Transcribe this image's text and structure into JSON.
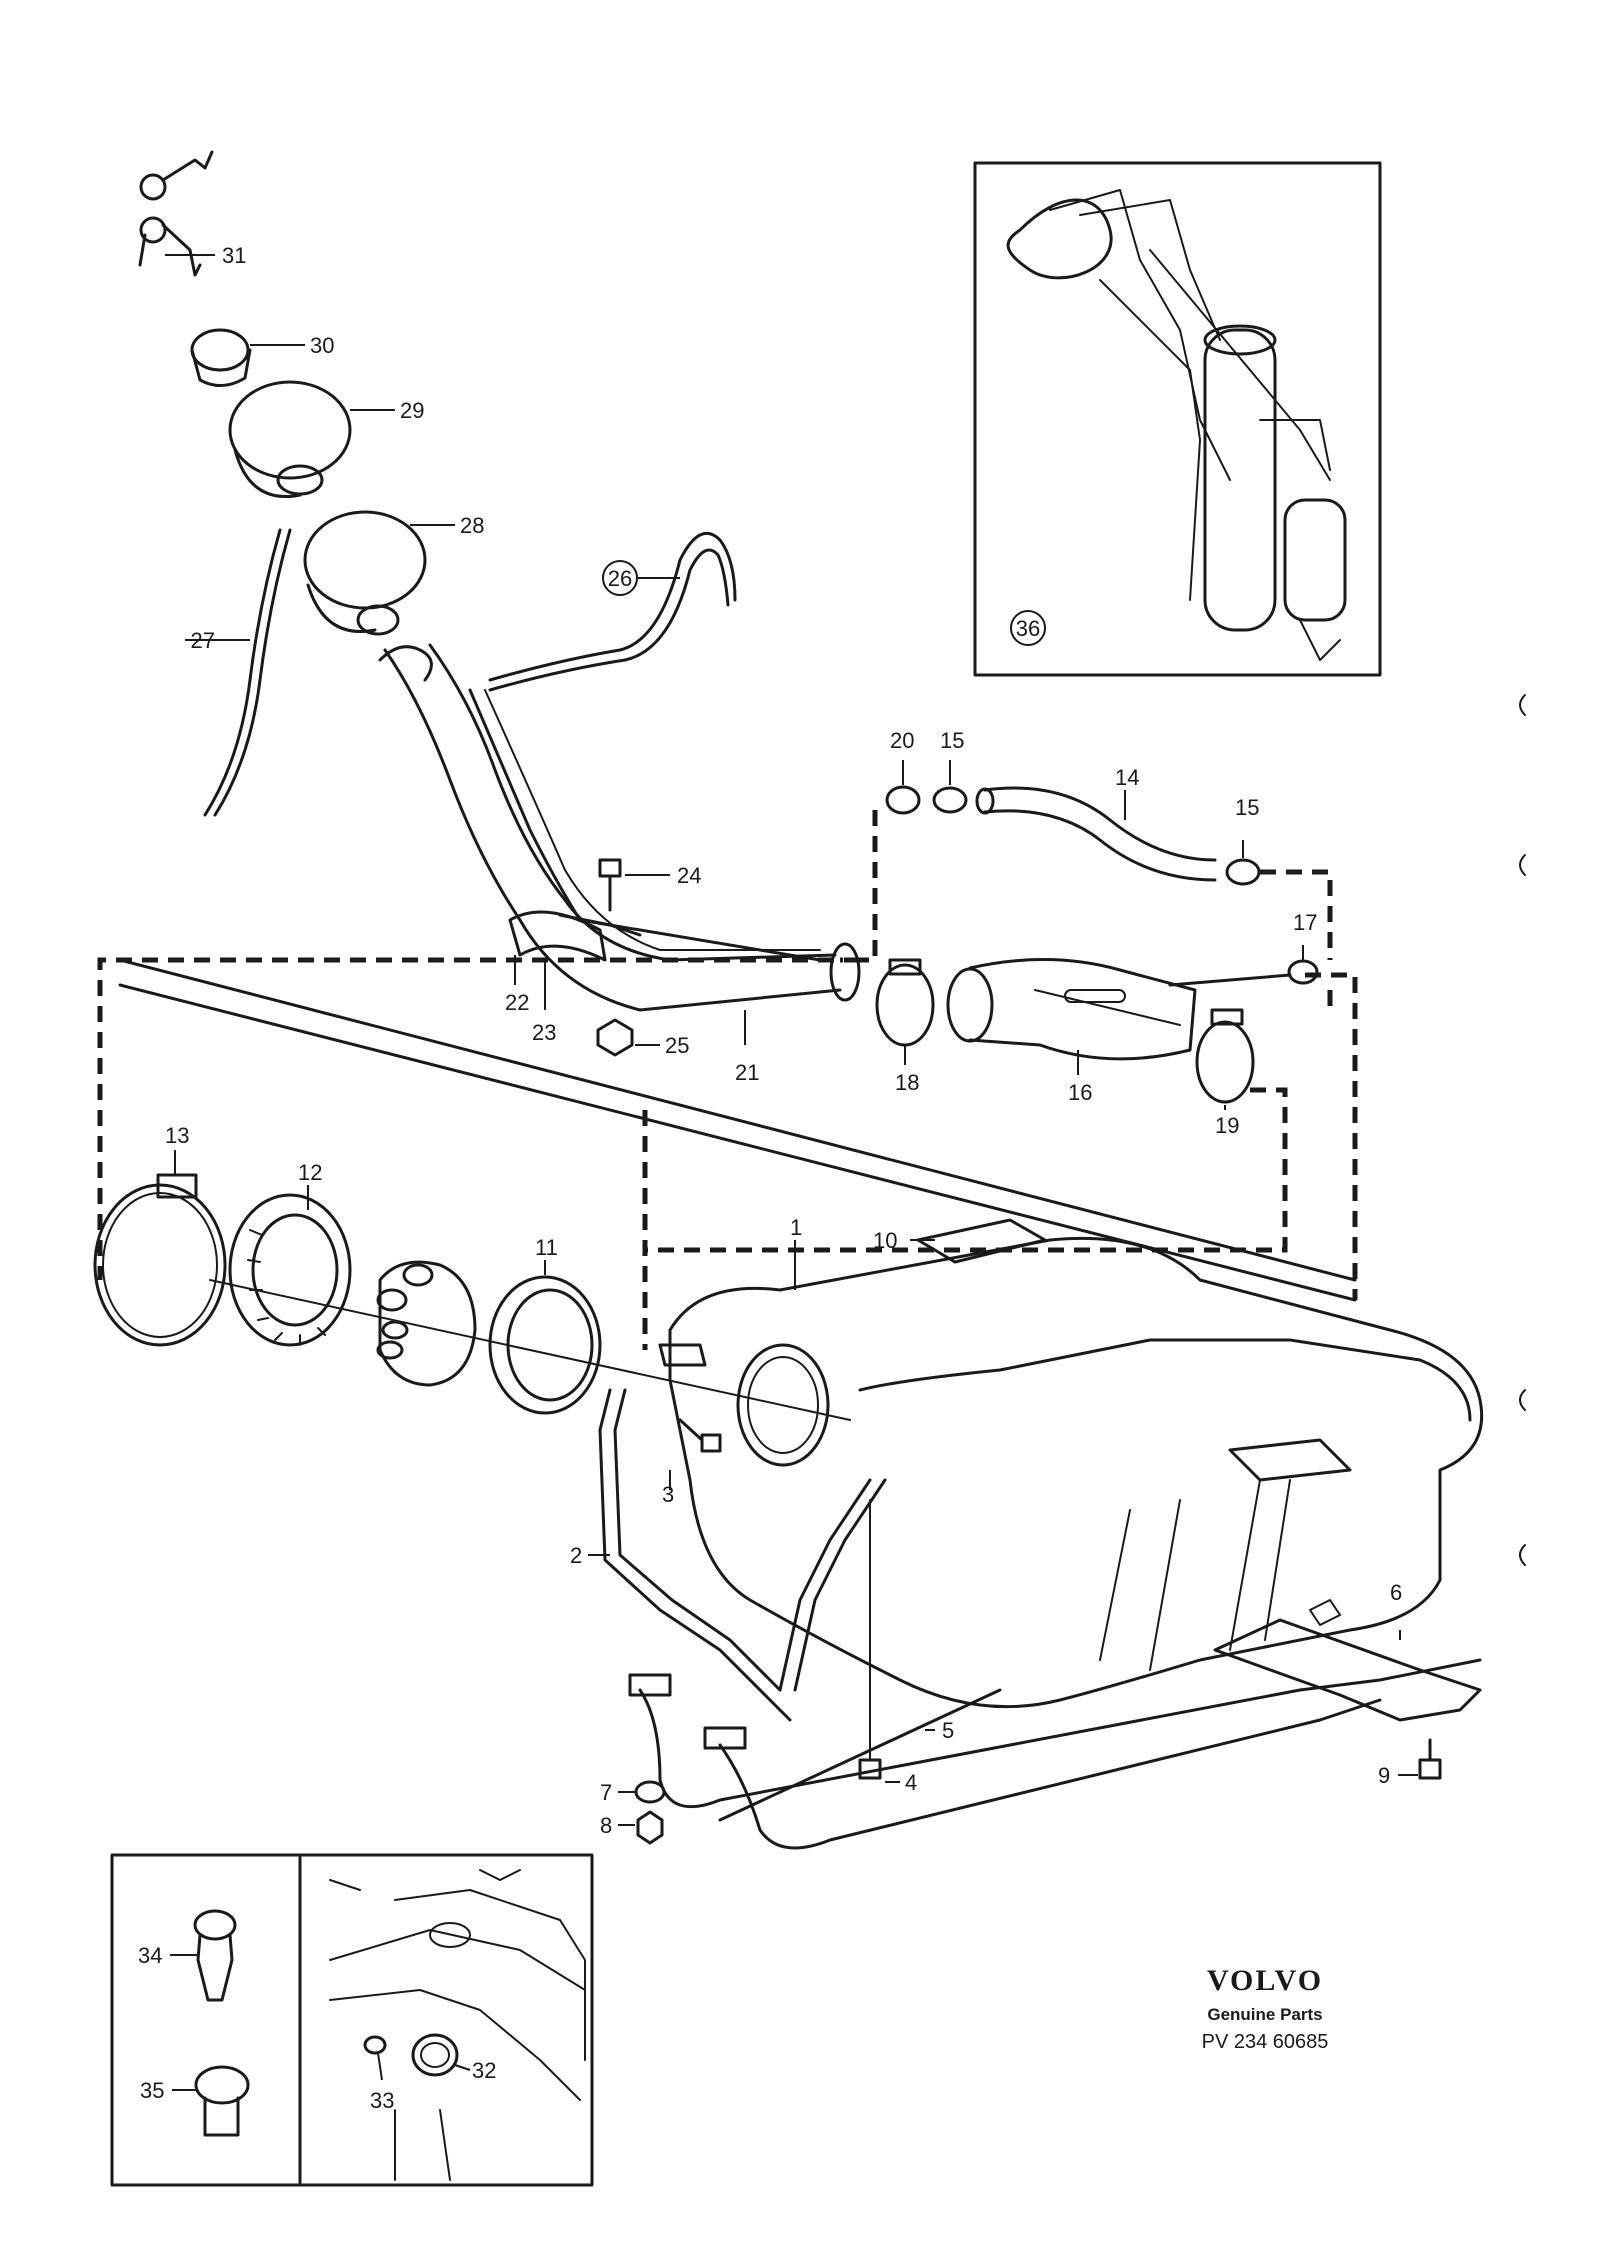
{
  "callouts": {
    "c1": "1",
    "c2": "2",
    "c3": "3",
    "c4": "4",
    "c5": "5",
    "c6": "6",
    "c7": "7",
    "c8": "8",
    "c9": "9",
    "c10": "10",
    "c11": "11",
    "c12": "12",
    "c13": "13",
    "c14": "14",
    "c15a": "15",
    "c15b": "15",
    "c16": "16",
    "c17": "17",
    "c18": "18",
    "c19": "19",
    "c20": "20",
    "c21": "21",
    "c22": "22",
    "c23": "23",
    "c24": "24",
    "c25": "25",
    "c26": "26",
    "c27": "27",
    "c28": "28",
    "c29": "29",
    "c30": "30",
    "c31": "31",
    "c32": "32",
    "c33": "33",
    "c34": "34",
    "c35": "35",
    "c36": "36"
  },
  "brand": {
    "name": "VOLVO",
    "tagline": "Genuine Parts",
    "code": "PV 234 60685"
  }
}
